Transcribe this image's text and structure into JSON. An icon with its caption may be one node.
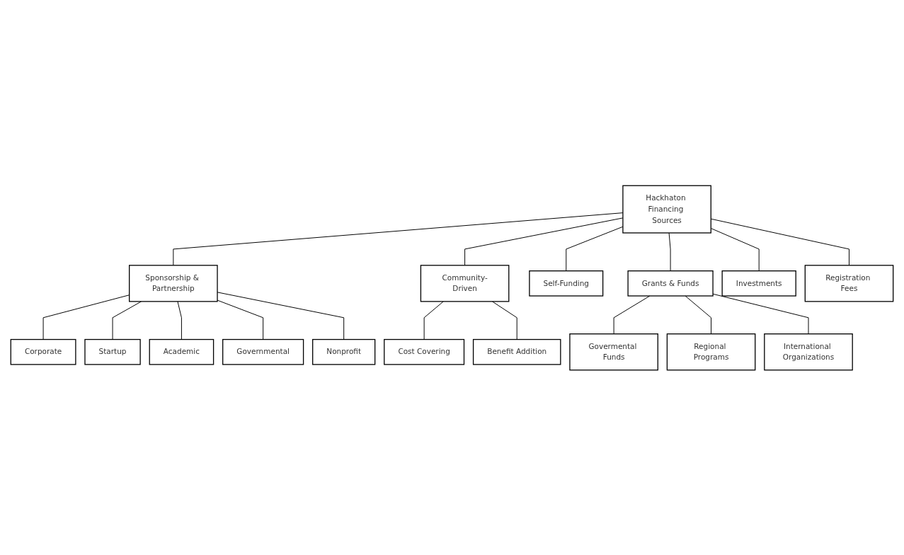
{
  "diagram": {
    "nodes": [
      {
        "text": [
          "Hackhaton Financing Sources"
        ]
      },
      {
        "text": [
          "Sponsorship & Partnership"
        ]
      },
      {
        "text": [
          "Community-Driven"
        ]
      },
      {
        "text": [
          "Self-Funding"
        ]
      },
      {
        "text": [
          "Grants & Funds"
        ]
      },
      {
        "text": [
          "Investments"
        ]
      },
      {
        "text": [
          "Registration Fees"
        ]
      },
      {
        "text": [
          "Corporate"
        ]
      },
      {
        "text": [
          "Startup"
        ]
      },
      {
        "text": [
          "Academic"
        ]
      },
      {
        "text": [
          "Governmental"
        ]
      },
      {
        "text": [
          "Nonprofit"
        ]
      },
      {
        "text": [
          "Cost Covering"
        ]
      },
      {
        "text": [
          "Benefit Addition"
        ]
      },
      {
        "text": [
          "Govermental Funds"
        ]
      },
      {
        "text": [
          "Regional Programs"
        ]
      },
      {
        "text": [
          "International Organizations"
        ]
      }
    ],
    "edges": [
      {
        "from": 0,
        "to": 1,
        "arrow": "none"
      },
      {
        "from": 0,
        "to": 2,
        "arrow": "none"
      },
      {
        "from": 0,
        "to": 3,
        "arrow": "none"
      },
      {
        "from": 0,
        "to": 4,
        "arrow": "none"
      },
      {
        "from": 0,
        "to": 5,
        "arrow": "none"
      },
      {
        "from": 0,
        "to": 6,
        "arrow": "none"
      },
      {
        "from": 1,
        "to": 7,
        "arrow": "none"
      },
      {
        "from": 1,
        "to": 8,
        "arrow": "none"
      },
      {
        "from": 1,
        "to": 9,
        "arrow": "none"
      },
      {
        "from": 1,
        "to": 10,
        "arrow": "none"
      },
      {
        "from": 1,
        "to": 11,
        "arrow": "none"
      },
      {
        "from": 2,
        "to": 12,
        "arrow": "none"
      },
      {
        "from": 2,
        "to": 13,
        "arrow": "none"
      },
      {
        "from": 4,
        "to": 14,
        "arrow": "none"
      },
      {
        "from": 4,
        "to": 15,
        "arrow": "none"
      },
      {
        "from": 4,
        "to": 16,
        "arrow": "none"
      }
    ]
  }
}
